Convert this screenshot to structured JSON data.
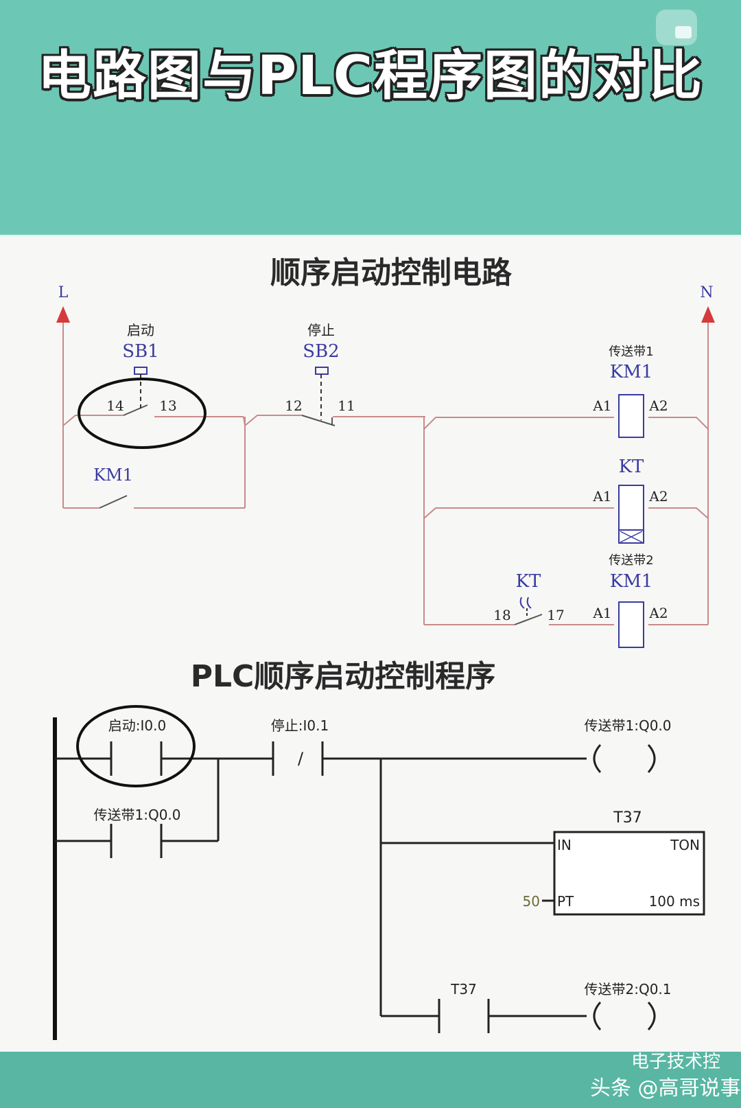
{
  "header": {
    "title": "电路图与PLC程序图的对比"
  },
  "circuit": {
    "title": "顺序启动控制电路",
    "L": "L",
    "N": "N",
    "sb1": {
      "name": "启动",
      "id": "SB1",
      "pin_left": "14",
      "pin_right": "13"
    },
    "sb2": {
      "name": "停止",
      "id": "SB2",
      "pin_left": "12",
      "pin_right": "11"
    },
    "km1_aux": "KM1",
    "coil1": {
      "name": "传送带1",
      "id": "KM1",
      "a1": "A1",
      "a2": "A2"
    },
    "coil_kt": {
      "id": "KT",
      "a1": "A1",
      "a2": "A2"
    },
    "coil2": {
      "name": "传送带2",
      "id": "KM1",
      "a1": "A1",
      "a2": "A2"
    },
    "kt_contact": {
      "id": "KT",
      "pin_left": "18",
      "pin_right": "17"
    }
  },
  "plc": {
    "title": "PLC顺序启动控制程序",
    "start": "启动:I0.0",
    "stop": "停止:I0.1",
    "stop_symbol": "/",
    "out1": "传送带1:Q0.0",
    "hold": "传送带1:Q0.0",
    "timer_name": "T37",
    "timer_in": "IN",
    "timer_type": "TON",
    "timer_pt": "PT",
    "timer_preset": "50",
    "timer_base": "100 ms",
    "t37_contact": "T37",
    "out2": "传送带2:Q0.1"
  },
  "footer": {
    "source": "头条 @高哥说事",
    "watermark": "电子技术控"
  },
  "colors": {
    "teal": "#6cc8b4",
    "wire_red": "#c87a7a",
    "blue_text": "#3a3aa0",
    "dark": "#222222"
  }
}
